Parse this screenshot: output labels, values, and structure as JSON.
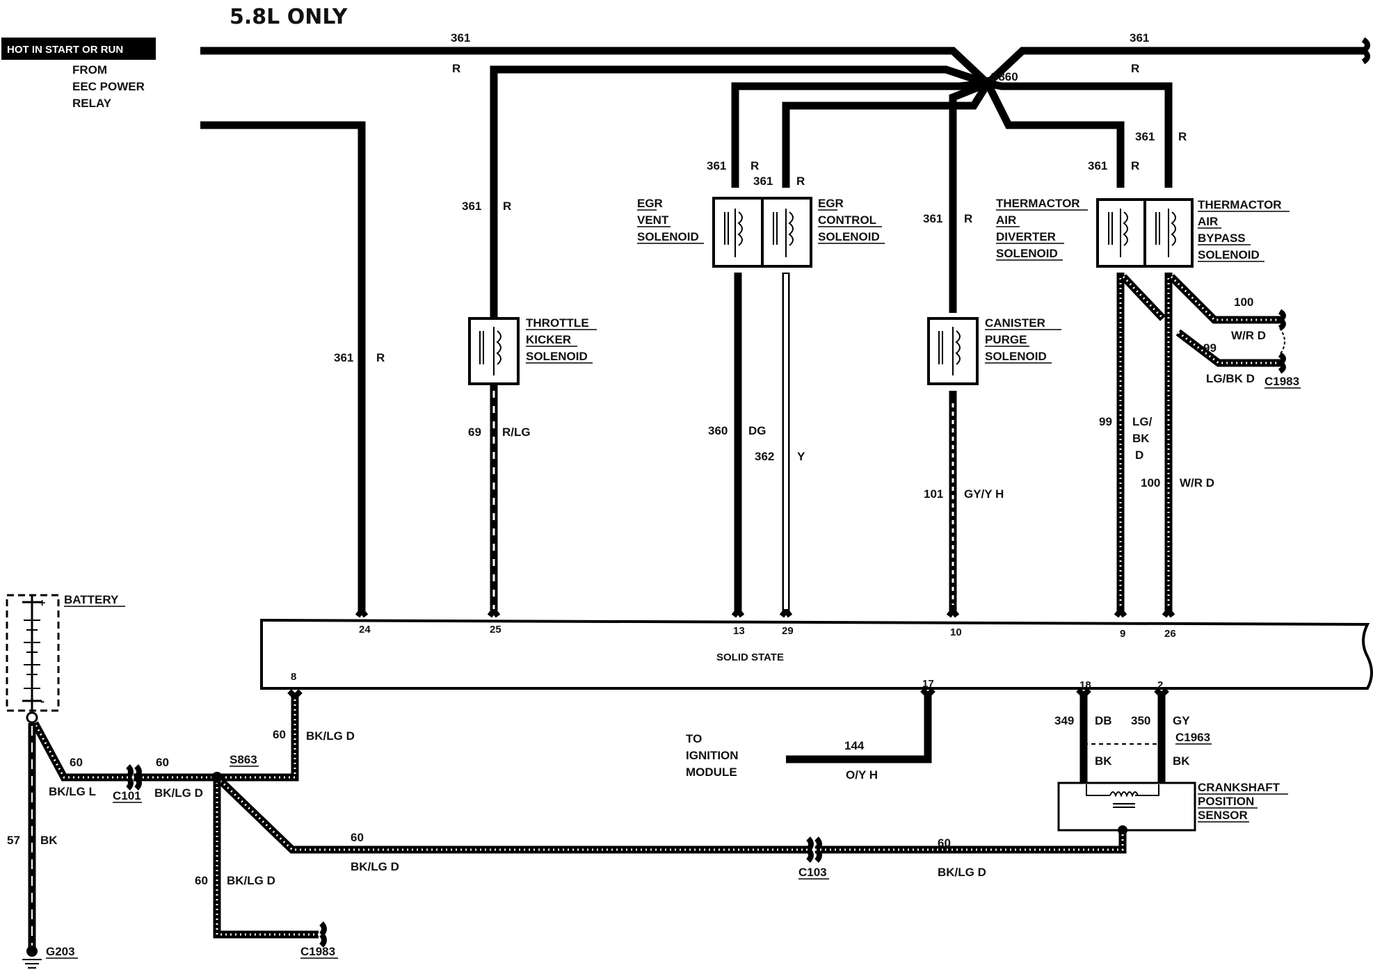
{
  "title": "5.8L ONLY",
  "hot_banner": "HOT IN START OR RUN",
  "power_from": [
    "FROM",
    "EEC POWER",
    "RELAY"
  ],
  "module_label": "SOLID STATE",
  "splices": {
    "s860": "S860",
    "s863": "S863"
  },
  "top_wire": {
    "left_num": "361",
    "left_color": "R",
    "right_num": "361",
    "right_color": "R"
  },
  "wire_361": {
    "num": "361",
    "color": "R"
  },
  "components": {
    "egr_vent": [
      "EGR",
      "VENT",
      "SOLENOID"
    ],
    "egr_control": [
      "EGR",
      "CONTROL",
      "SOLENOID"
    ],
    "throttle_kicker": [
      "THROTTLE",
      "KICKER",
      "SOLENOID"
    ],
    "canister_purge": [
      "CANISTER",
      "PURGE",
      "SOLENOID"
    ],
    "thermactor_diverter": [
      "THERMACTOR",
      "AIR",
      "DIVERTER",
      "SOLENOID"
    ],
    "thermactor_bypass": [
      "THERMACTOR",
      "AIR",
      "BYPASS",
      "SOLENOID"
    ],
    "crank_sensor": [
      "CRANKSHAFT",
      "POSITION",
      "SENSOR"
    ],
    "battery": "BATTERY"
  },
  "circuits": {
    "c69": {
      "num": "69",
      "color": "R/LG"
    },
    "c360": {
      "num": "360",
      "color": "DG"
    },
    "c362": {
      "num": "362",
      "color": "Y"
    },
    "c101": {
      "num": "101",
      "color": "GY/Y H"
    },
    "c99": {
      "num": "99",
      "color": "LG/\nBK\nD",
      "color_lines": [
        "LG/",
        "BK",
        "D"
      ]
    },
    "c100": {
      "num": "100",
      "color": "W/R D"
    },
    "c100_top": {
      "num": "100",
      "color": "W/R D"
    },
    "c99_top": {
      "num": "99",
      "color": "LG/BK D"
    },
    "c349": {
      "num": "349",
      "color": "DB"
    },
    "c350": {
      "num": "350",
      "color": "GY"
    },
    "c144": {
      "num": "144",
      "color": "O/Y H"
    },
    "c60": {
      "num": "60",
      "color": "BK/LG D"
    },
    "c60_alt": {
      "num": "60",
      "color": "BK/LG L"
    },
    "c57": {
      "num": "57",
      "color": "BK"
    },
    "bk": "BK"
  },
  "pins": {
    "p24": "24",
    "p25": "25",
    "p13": "13",
    "p29": "29",
    "p10": "10",
    "p9": "9",
    "p26": "26",
    "p8": "8",
    "p17": "17",
    "p18": "18",
    "p2": "2"
  },
  "connectors": {
    "c1983a": "C1983",
    "c1983b": "C1983",
    "c1963": "C1963",
    "c101": "C101",
    "c103": "C103"
  },
  "ignition": [
    "TO",
    "IGNITION",
    "MODULE"
  ],
  "ground": "G203"
}
